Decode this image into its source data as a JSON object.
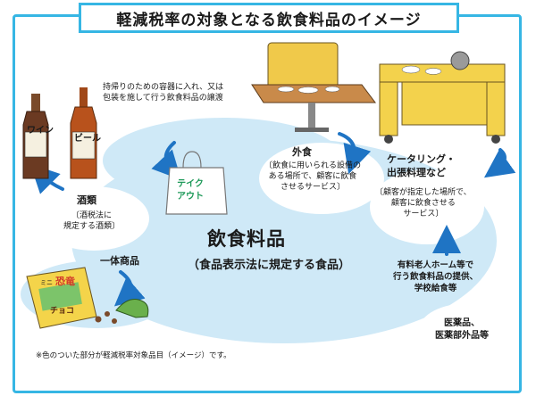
{
  "title": "軽減税率の対象となる飲食料品のイメージ",
  "center": {
    "label": "飲食料品",
    "sub": "（食品表示法に規定する食品）"
  },
  "takeout": {
    "desc_line1": "持帰りのための容器に入れ、又は",
    "desc_line2": "包装を施して行う飲食料品の譲渡",
    "bag_line1": "テイク",
    "bag_line2": "アウト"
  },
  "dining": {
    "label": "外食",
    "desc_line1": "〔飲食に用いられる設備の",
    "desc_line2": "ある場所で、顧客に飲食",
    "desc_line3": "させるサービス〕"
  },
  "catering": {
    "label_line1": "ケータリング・",
    "label_line2": "出張料理など",
    "desc_line1": "〔顧客が指定した場所で、",
    "desc_line2": "顧客に飲食させる",
    "desc_line3": "サービス〕"
  },
  "nursing": {
    "line1": "有料老人ホーム等で",
    "line2": "行う飲食料品の提供、",
    "line3": "学校給食等"
  },
  "alcohol": {
    "label": "酒類",
    "desc_line1": "〔酒税法に",
    "desc_line2": "規定する酒類〕",
    "bottle1": "ワイン",
    "bottle2": "ビール"
  },
  "bundle": {
    "label": "一体商品",
    "box_small": "ミニ",
    "box_title": "恐竜",
    "box_bottom": "チョコ"
  },
  "medicine": {
    "line1": "医薬品、",
    "line2": "医薬部外品等"
  },
  "footnote": "※色のついた部分が軽減税率対象品目（イメージ）です。",
  "colors": {
    "frame": "#36b6e4",
    "highlight": "#cfe9f7",
    "arrow": "#1f74c4"
  }
}
